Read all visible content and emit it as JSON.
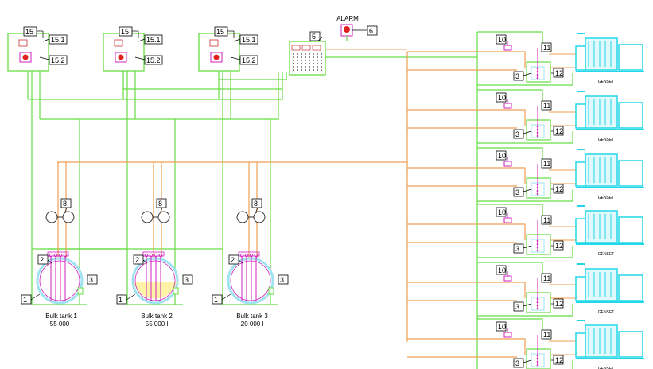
{
  "diagram": {
    "alarm": {
      "title": "ALARM",
      "tag": "6"
    },
    "panel": {
      "tag": "5"
    },
    "sensors": [
      {
        "tag": "15",
        "sub1": "15.1",
        "sub2": "15.2"
      },
      {
        "tag": "15",
        "sub1": "15.1",
        "sub2": "15.2"
      },
      {
        "tag": "15",
        "sub1": "15.1",
        "sub2": "15.2"
      }
    ],
    "tanks": [
      {
        "name": "Bulk tank 1",
        "volume": "55 000 l",
        "pump": "8",
        "tag1": "1",
        "tag2": "2",
        "tag3": "3"
      },
      {
        "name": "Bulk tank 2",
        "volume": "55 000 l",
        "pump": "8",
        "tag1": "1",
        "tag2": "2",
        "tag3": "3"
      },
      {
        "name": "Bulk tank 3",
        "volume": "20 000 l",
        "pump": "8",
        "tag1": "1",
        "tag2": "2",
        "tag3": "3"
      }
    ],
    "gensets": [
      {
        "label": "GENSET",
        "tag10": "10",
        "tag11": "11",
        "tag12": "12",
        "tag3": "3"
      },
      {
        "label": "GENSET",
        "tag10": "10",
        "tag11": "11",
        "tag12": "12",
        "tag3": "3"
      },
      {
        "label": "GENSET",
        "tag10": "10",
        "tag11": "11",
        "tag12": "12",
        "tag3": "3"
      },
      {
        "label": "GENSET",
        "tag10": "10",
        "tag11": "11",
        "tag12": "12",
        "tag3": "3"
      },
      {
        "label": "GENSET",
        "tag10": "10",
        "tag11": "11",
        "tag12": "12",
        "tag3": "3"
      },
      {
        "label": "GENSET",
        "tag10": "10",
        "tag11": "11",
        "tag12": "12",
        "tag3": "3"
      }
    ],
    "colors": {
      "signal": "#66dd44",
      "fuel": "#f0a055",
      "genset": "#22d8e8",
      "valve": "#d020c0",
      "tank": "#9fe3f0",
      "fill": "#fff3a8",
      "alarm": "#e02020"
    }
  }
}
